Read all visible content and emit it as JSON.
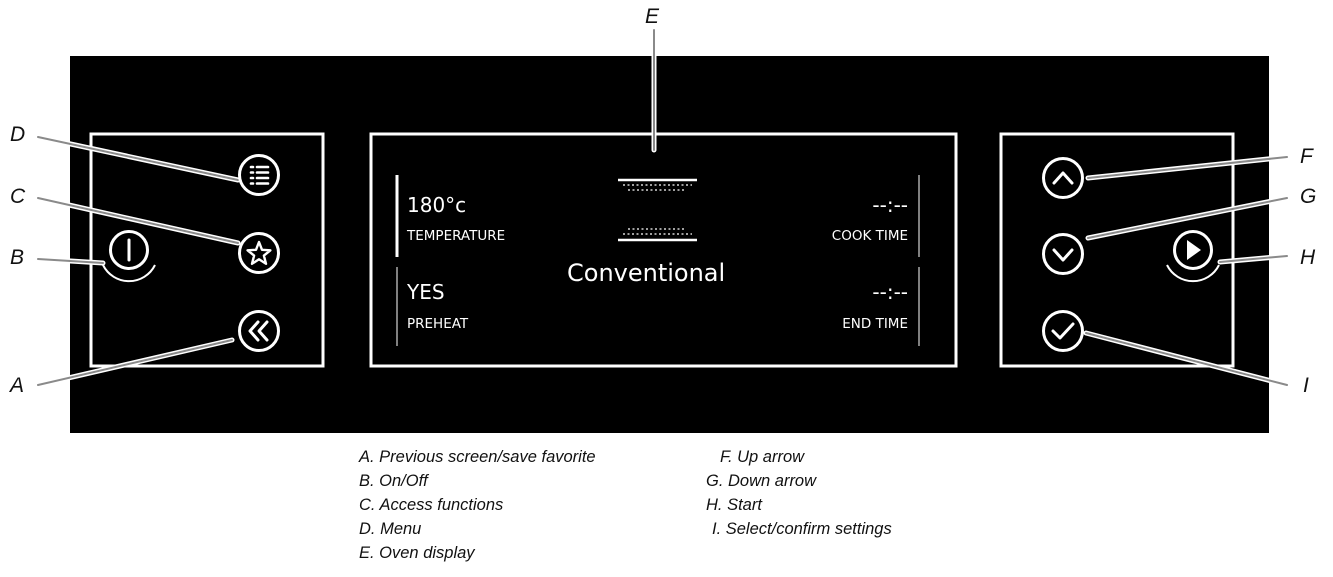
{
  "callouts": {
    "a": "A",
    "b": "B",
    "c": "C",
    "d": "D",
    "e": "E",
    "f": "F",
    "g": "G",
    "h": "H",
    "i": "I"
  },
  "display": {
    "temperature_value": "180°c",
    "temperature_label": "TEMPERATURE",
    "preheat_value": "YES",
    "preheat_label": "PREHEAT",
    "mode": "Conventional",
    "cook_time_value": "--:--",
    "cook_time_label": "COOK TIME",
    "end_time_value": "--:--",
    "end_time_label": "END TIME"
  },
  "icons": {
    "menu": "menu-icon",
    "favorite": "star-icon",
    "power": "power-icon",
    "back": "double-chevron-left-icon",
    "up": "chevron-up-icon",
    "down": "chevron-down-icon",
    "start": "play-icon",
    "confirm": "checkmark-icon"
  },
  "legend": {
    "left": [
      "A. Previous screen/save favorite",
      "B. On/Off",
      "C. Access functions",
      "D. Menu",
      "E. Oven display"
    ],
    "right": [
      "F. Up arrow",
      "G. Down arrow",
      "H. Start",
      "I. Select/confirm settings"
    ]
  },
  "colors": {
    "panel": "#000000",
    "foreground": "#ffffff",
    "leader_line": "#8a8a8a"
  }
}
